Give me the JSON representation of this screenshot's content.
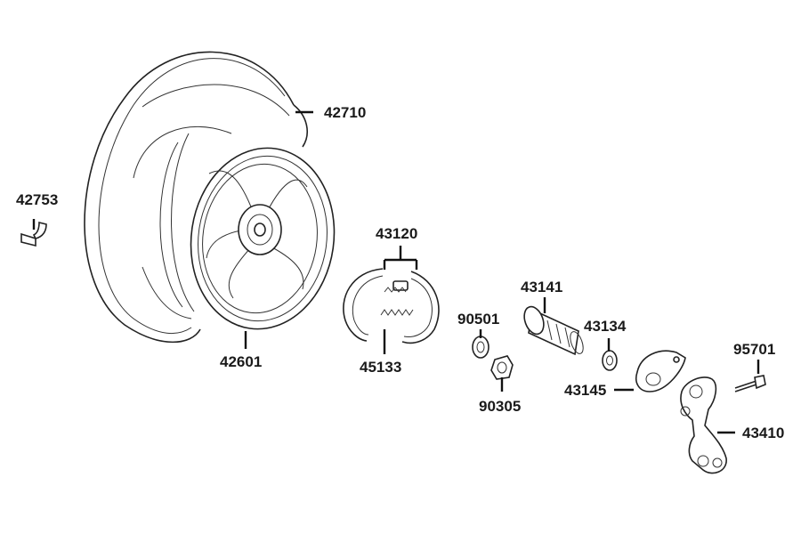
{
  "parts": [
    {
      "id": "tire",
      "number": "42710"
    },
    {
      "id": "valve",
      "number": "42753"
    },
    {
      "id": "rim",
      "number": "42601"
    },
    {
      "id": "brake-shoe",
      "number": "43120"
    },
    {
      "id": "brake-spring",
      "number": "45133"
    },
    {
      "id": "brake-cam",
      "number": "43141"
    },
    {
      "id": "washer-a",
      "number": "90501"
    },
    {
      "id": "nut",
      "number": "90305"
    },
    {
      "id": "washer-b",
      "number": "43134"
    },
    {
      "id": "indicator-plate",
      "number": "43145"
    },
    {
      "id": "bolt",
      "number": "95701"
    },
    {
      "id": "brake-arm",
      "number": "43410"
    }
  ]
}
